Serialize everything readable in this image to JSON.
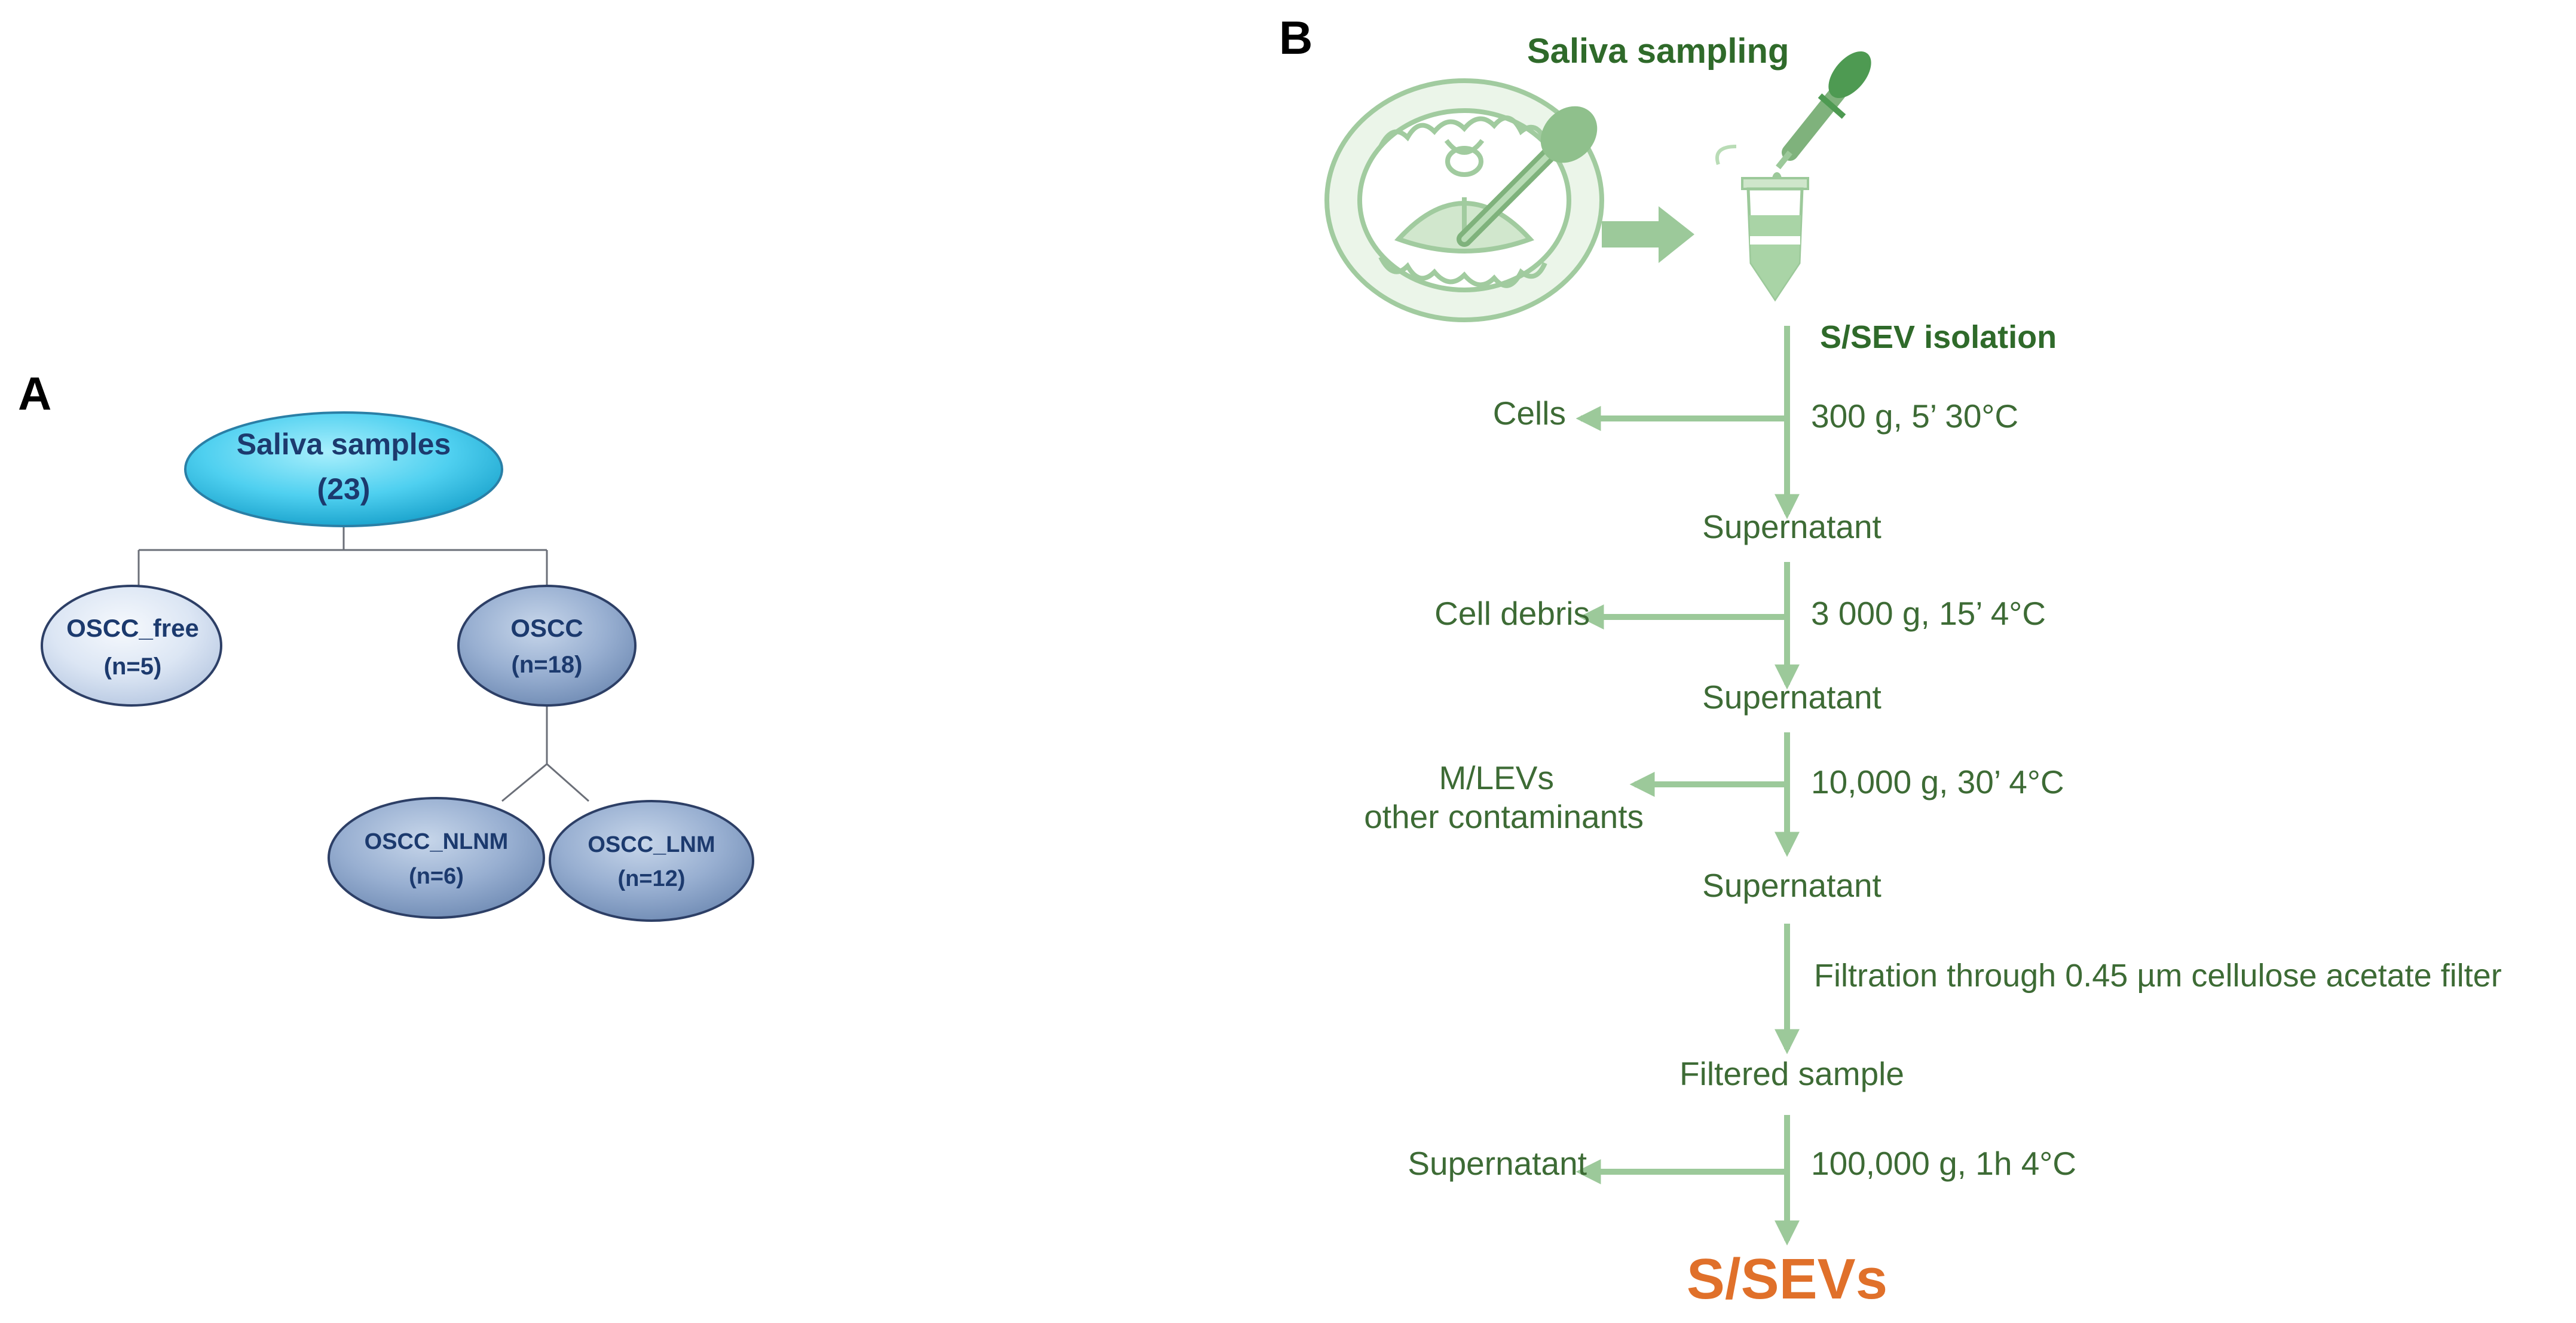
{
  "panel_a": {
    "label": "A",
    "root": {
      "line1": "Saliva samples",
      "line2": "(23)"
    },
    "left": {
      "line1": "OSCC_free",
      "line2": "(n=5)"
    },
    "right": {
      "line1": "OSCC",
      "line2": "(n=18)"
    },
    "child_left": {
      "line1": "OSCC_NLNM",
      "line2": "(n=6)"
    },
    "child_right": {
      "line1": "OSCC_LNM",
      "line2": "(n=12)"
    }
  },
  "panel_b": {
    "label": "B",
    "sampling_title": "Saliva sampling",
    "isolation_title": "S/SEV isolation",
    "steps": [
      {
        "condition": "300 g, 5’ 30°C",
        "removed": [
          "Cells"
        ],
        "result": "Supernatant"
      },
      {
        "condition": "3 000 g, 15’ 4°C",
        "removed": [
          "Cell debris"
        ],
        "result": "Supernatant"
      },
      {
        "condition": "10,000 g, 30’ 4°C",
        "removed": [
          "M/LEVs",
          "other contaminants"
        ],
        "result": "Supernatant"
      },
      {
        "condition": "Filtration through 0.45 µm cellulose acetate filter",
        "removed": [],
        "result": "Filtered sample"
      },
      {
        "condition": "100,000 g, 1h 4°C",
        "removed": [
          "Supernatant"
        ],
        "result": "S/SEVs"
      }
    ]
  },
  "colors": {
    "flow_green": "#9cc99a",
    "text_green": "#3d6b35",
    "title_green": "#2f6a2a",
    "final_orange": "#e0702a",
    "root_fill": "#55d4f2",
    "oscc_fill": "#9fb6d6",
    "free_fill": "#dde7f5",
    "node_text": "#1c3a6e"
  }
}
